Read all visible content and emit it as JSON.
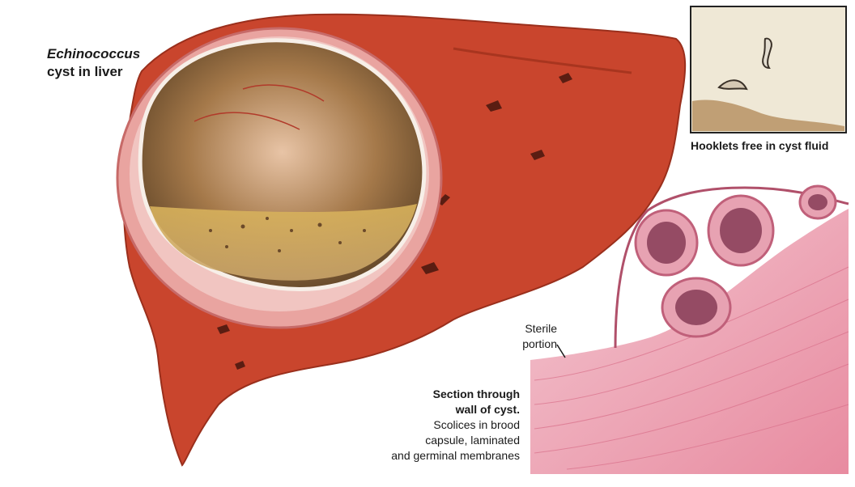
{
  "title": {
    "line1": "Echinococcus",
    "line2": "cyst in liver"
  },
  "inset": {
    "caption": "Hooklets free in cyst fluid"
  },
  "histology": {
    "sterile_line1": "Sterile",
    "sterile_line2": "portion",
    "section_bold1": "Section through",
    "section_bold2": "wall of cyst.",
    "section_line3": "Scolices in brood",
    "section_line4": "capsule, laminated",
    "section_line5": "and germinal membranes"
  }
}
